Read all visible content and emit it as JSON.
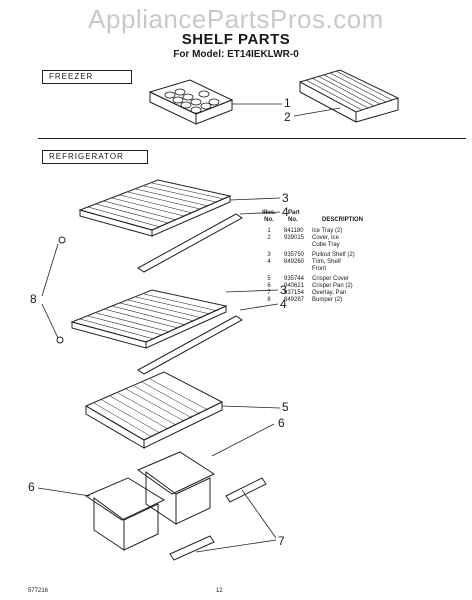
{
  "watermark": "AppliancePartsPros.com",
  "title": "SHELF PARTS",
  "model": "For Model: ET14IEKLWR-0",
  "sections": {
    "freezer": "FREEZER",
    "refrigerator": "REFRIGERATOR"
  },
  "callouts": {
    "c1": "1",
    "c2": "2",
    "c3a": "3",
    "c4a": "4",
    "c3b": "3",
    "c4b": "4",
    "c5": "5",
    "c6a": "6",
    "c6b": "6",
    "c7": "7",
    "c8": "8"
  },
  "table": {
    "headers": {
      "illus_top": "Illus.",
      "illus_bottom": "No.",
      "part_top": "Part",
      "part_bottom": "No.",
      "description": "DESCRIPTION"
    },
    "rows": [
      {
        "illus": "1",
        "part": "841180",
        "desc": "Ice Tray (2)"
      },
      {
        "illus": "2",
        "part": "939015",
        "desc": "Cover, Ice"
      },
      {
        "illus": "",
        "part": "",
        "desc": "Cube Tray"
      },
      {
        "illus": "3",
        "part": "935750",
        "desc": "Pullout Shelf (2)"
      },
      {
        "illus": "4",
        "part": "849260",
        "desc": "Trim, Shelf"
      },
      {
        "illus": "",
        "part": "",
        "desc": "Front"
      },
      {
        "illus": "5",
        "part": "935744",
        "desc": "Crisper Cover"
      },
      {
        "illus": "6",
        "part": "940621",
        "desc": "Crisper Pan (2)"
      },
      {
        "illus": "7",
        "part": "937154",
        "desc": "Overlay, Pan"
      },
      {
        "illus": "8",
        "part": "849287",
        "desc": "Bumper (2)"
      }
    ]
  },
  "footer": {
    "left": "577216",
    "page": "12"
  }
}
